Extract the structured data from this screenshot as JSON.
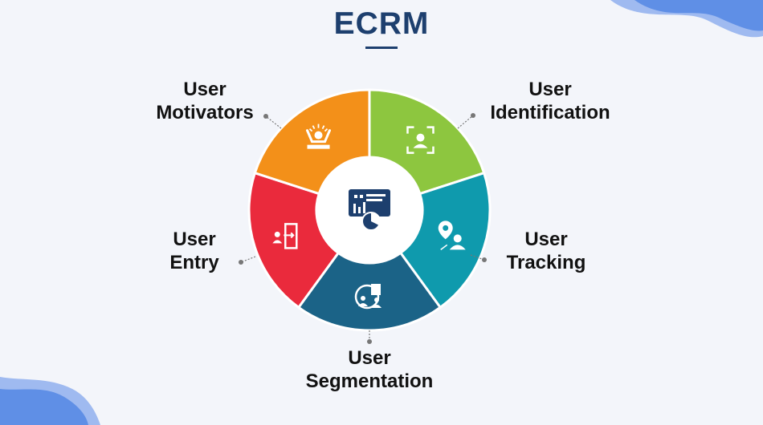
{
  "title": "ECRM",
  "center": {
    "icon": "dashboard-analytics-icon"
  },
  "segments": [
    {
      "id": "identification",
      "color": "#8dc63f",
      "icon": "face-scan-icon",
      "label": [
        "User",
        "Identification"
      ]
    },
    {
      "id": "tracking",
      "color": "#0f9aad",
      "icon": "location-tracking-icon",
      "label": [
        "User",
        "Tracking"
      ]
    },
    {
      "id": "segmentation",
      "color": "#1b6387",
      "icon": "user-segmentation-icon",
      "label": [
        "User",
        "Segmentation"
      ]
    },
    {
      "id": "entry",
      "color": "#ea2a3c",
      "icon": "user-entry-icon",
      "label": [
        "User",
        "Entry"
      ]
    },
    {
      "id": "motivators",
      "color": "#f39019",
      "icon": "motivated-user-icon",
      "label": [
        "User",
        "Motivators"
      ]
    }
  ],
  "colors": {
    "title": "#1d3f6e",
    "wave": "#5f8fe6",
    "connector": "#777777"
  }
}
